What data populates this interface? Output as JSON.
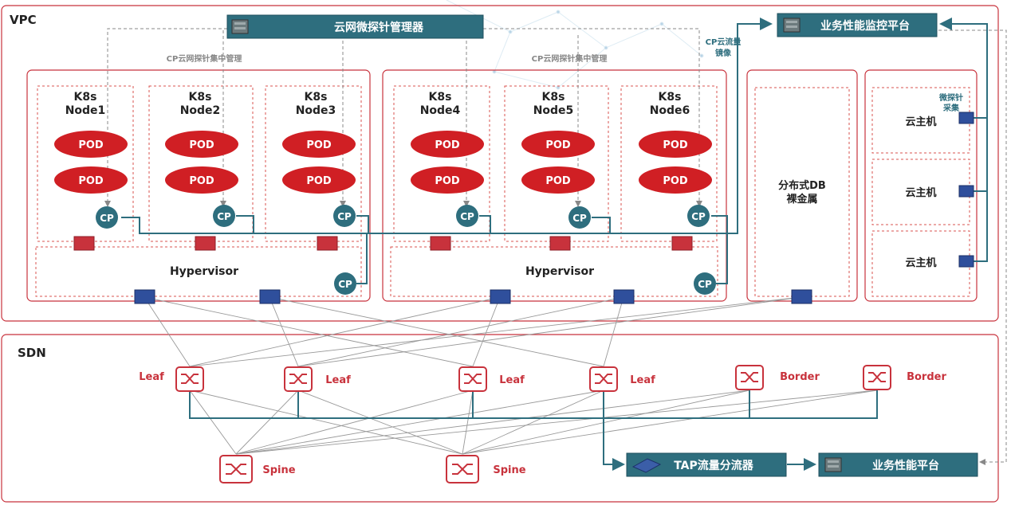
{
  "vpc": {
    "title": "VPC"
  },
  "sdn": {
    "title": "SDN"
  },
  "manager": {
    "label": "云网微探针管理器"
  },
  "monitor": {
    "label": "业务性能监控平台"
  },
  "central_mgmt_labels": [
    "CP云网探针集中管理",
    "CP云网探针集中管理"
  ],
  "mirror_label": [
    "CP云流量",
    "镜像"
  ],
  "micro_probe_label": [
    "微探针",
    "采集"
  ],
  "nodes": [
    {
      "l1": "K8s",
      "l2": "Node1"
    },
    {
      "l1": "K8s",
      "l2": "Node2"
    },
    {
      "l1": "K8s",
      "l2": "Node3"
    },
    {
      "l1": "K8s",
      "l2": "Node4"
    },
    {
      "l1": "K8s",
      "l2": "Node5"
    },
    {
      "l1": "K8s",
      "l2": "Node6"
    }
  ],
  "pod_label": "POD",
  "cp_label": "CP",
  "hypervisor_label": "Hypervisor",
  "db": {
    "l1": "分布式DB",
    "l2": "裸金属"
  },
  "hosts": [
    "云主机",
    "云主机",
    "云主机"
  ],
  "switches": [
    {
      "label": "Leaf"
    },
    {
      "label": "Leaf"
    },
    {
      "label": "Leaf"
    },
    {
      "label": "Leaf"
    },
    {
      "label": "Border"
    },
    {
      "label": "Border"
    }
  ],
  "spines": [
    {
      "label": "Spine"
    },
    {
      "label": "Spine"
    }
  ],
  "tap": {
    "label": "TAP流量分流器"
  },
  "perf": {
    "label": "业务性能平台"
  },
  "colors": {
    "red": "#c8323c",
    "teal": "#2e6e7e",
    "blue": "#2f4f9c",
    "frame": "#c8323c",
    "pod": "#d01f24"
  }
}
